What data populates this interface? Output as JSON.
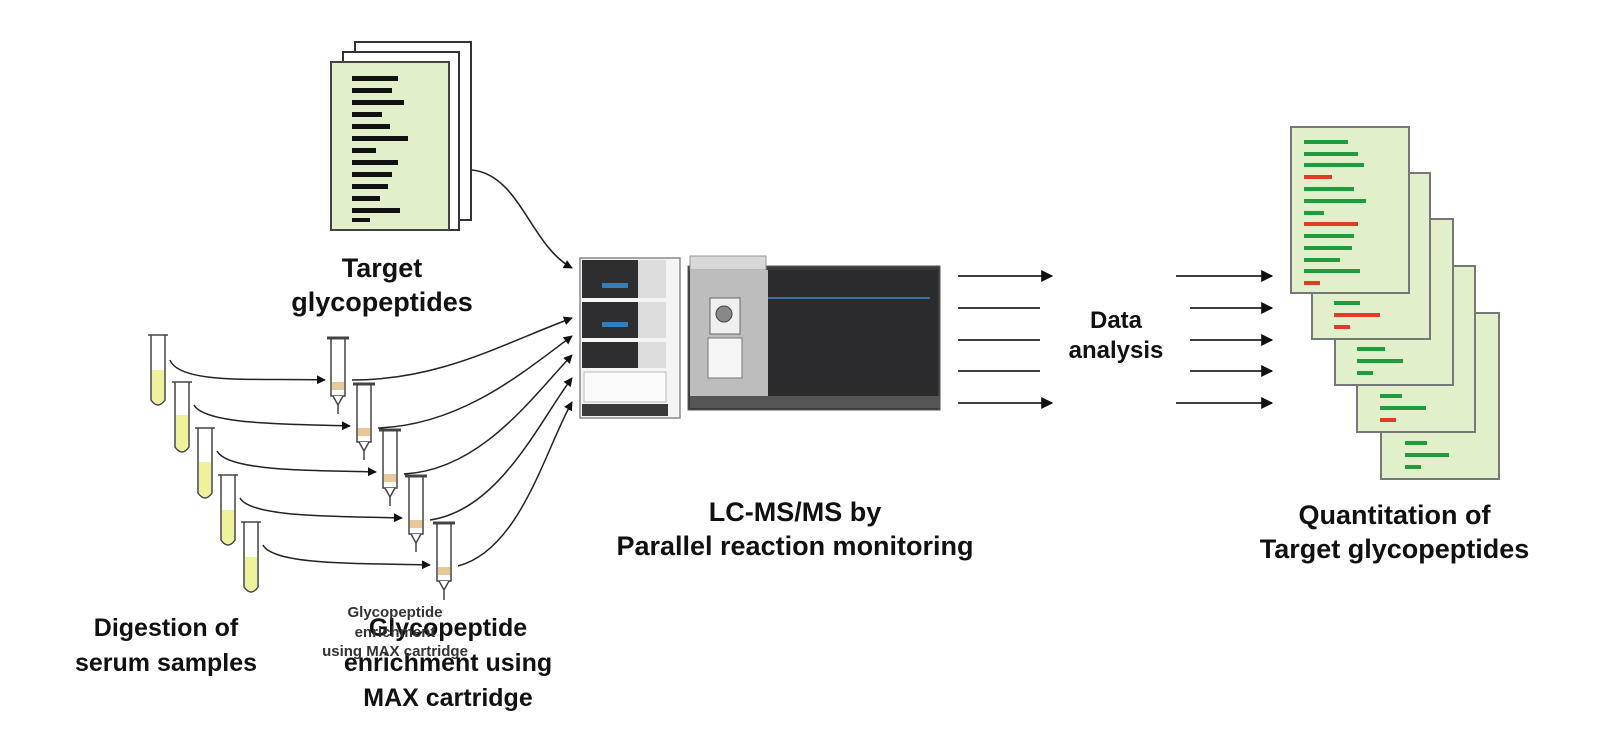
{
  "labels": {
    "target": [
      "Target",
      "glycopeptides"
    ],
    "digestion": [
      "Digestion of",
      "serum samples"
    ],
    "enrichment": [
      "Glycopeptide",
      "enrichment using",
      "MAX cartridge"
    ],
    "enrichment_overlay": [
      "Glycopeptide",
      "enrichment",
      "using MAX cartridge"
    ],
    "lcms": [
      "LC-MS/MS by",
      "Parallel reaction monitoring"
    ],
    "analysis": [
      "Data",
      "analysis"
    ],
    "quant": [
      "Quantitation of",
      "Target glycopeptides"
    ]
  },
  "colors": {
    "paper": "#e2efcb",
    "ink": "#111111",
    "green_bar": "#1f9a3c",
    "red_bar": "#e23b24",
    "instrument_dark": "#2e2e30",
    "instrument_light": "#f2f2f2",
    "screen_blue": "#2f7fc1",
    "tube_liquid": "#eef29a"
  },
  "icons": {
    "target_list": "document-stack-icon",
    "tubes": "sample-tube-icon",
    "cartridges": "spe-cartridge-icon",
    "instrument": "lc-ms-instrument-icon",
    "reports": "report-stack-icon"
  }
}
